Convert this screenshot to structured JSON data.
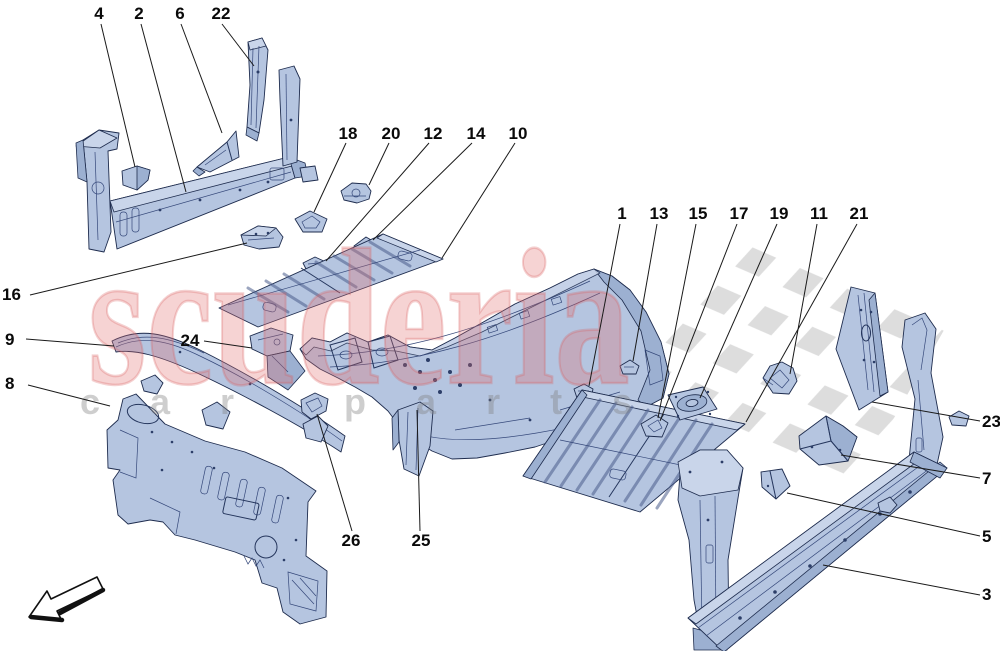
{
  "watermark": {
    "brand": "scuderia",
    "subtitle": "car parts",
    "brand_color": "#e06d6d",
    "subtitle_color": "#7d7d7d"
  },
  "colors": {
    "background": "#ffffff",
    "part_fill": "#b5c5e0",
    "part_outline": "#1e2c4e",
    "checker_gray": "#d9d9d9",
    "label_color": "#0a0a0a"
  },
  "callouts": [
    {
      "number": "4"
    },
    {
      "number": "2"
    },
    {
      "number": "6"
    },
    {
      "number": "22"
    },
    {
      "number": "18"
    },
    {
      "number": "20"
    },
    {
      "number": "12"
    },
    {
      "number": "14"
    },
    {
      "number": "10"
    },
    {
      "number": "1"
    },
    {
      "number": "13"
    },
    {
      "number": "15"
    },
    {
      "number": "17"
    },
    {
      "number": "19"
    },
    {
      "number": "11"
    },
    {
      "number": "21"
    },
    {
      "number": "16"
    },
    {
      "number": "9"
    },
    {
      "number": "8"
    },
    {
      "number": "24"
    },
    {
      "number": "26"
    },
    {
      "number": "25"
    },
    {
      "number": "23"
    },
    {
      "number": "7"
    },
    {
      "number": "5"
    },
    {
      "number": "3"
    }
  ]
}
